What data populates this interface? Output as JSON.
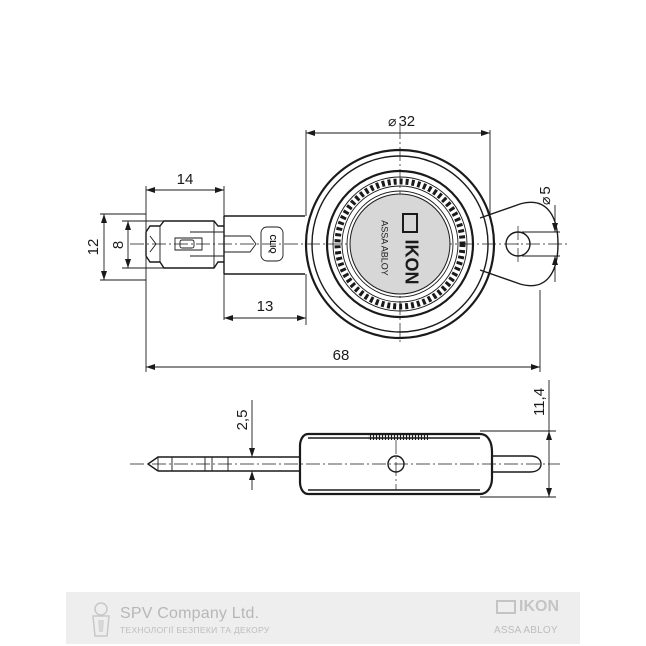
{
  "dimensions": {
    "diameter_outer": "32",
    "diameter_hole": "5",
    "blade_length": "14",
    "height_12": "12",
    "height_8": "8",
    "shank_13": "13",
    "overall_68": "68",
    "thickness_2_5": "2,5",
    "thickness_11_4": "11,4"
  },
  "key_head": {
    "brand_text": "IKON",
    "maker_text": "ASSA ABLOY",
    "blade_mark": "CLIQ"
  },
  "footer": {
    "company_name": "SPV Company Ltd.",
    "company_tagline": "ТЕХНОЛОГІЇ БЕЗПЕКИ ТА ДЕКОРУ",
    "brand_name": "IKON",
    "brand_sub": "ASSA ABLOY"
  }
}
